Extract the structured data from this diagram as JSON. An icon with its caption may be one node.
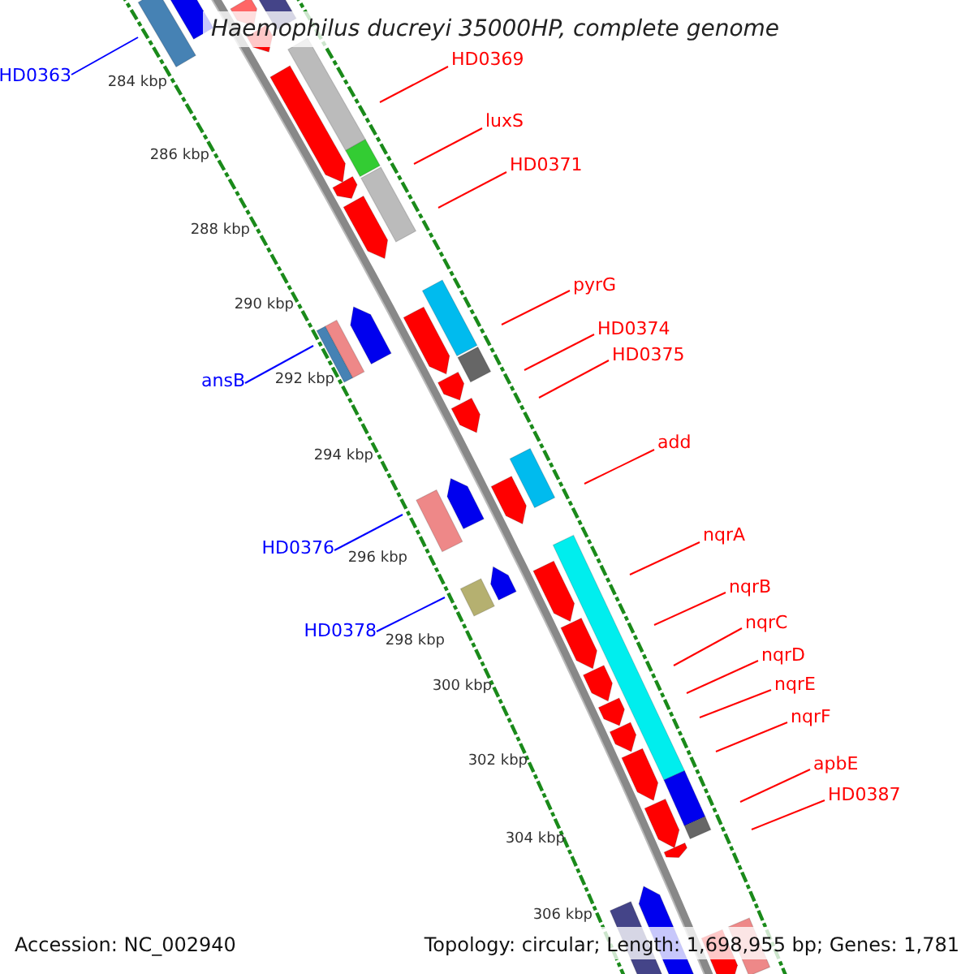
{
  "diagram": {
    "title": "Haemophilus ducreyi 35000HP, complete genome",
    "nodes": [
      {
        "text": [
          "HD0369"
        ]
      },
      {
        "text": [
          "HD0363"
        ]
      },
      {
        "text": [
          "luxS"
        ]
      },
      {
        "text": [
          "HD0371"
        ]
      },
      {
        "text": [
          "pyrG"
        ]
      },
      {
        "text": [
          "HD0374"
        ]
      },
      {
        "text": [
          "HD0375"
        ]
      },
      {
        "text": [
          "ansB"
        ]
      },
      {
        "text": [
          "add"
        ]
      },
      {
        "text": [
          "nqrA"
        ]
      },
      {
        "text": [
          "HD0376"
        ]
      },
      {
        "text": [
          "nqrB"
        ]
      },
      {
        "text": [
          "nqrC"
        ]
      },
      {
        "text": [
          "HD0378"
        ]
      },
      {
        "text": [
          "nqrD"
        ]
      },
      {
        "text": [
          "nqrE"
        ]
      },
      {
        "text": [
          "nqrF"
        ]
      },
      {
        "text": [
          "apbE"
        ]
      },
      {
        "text": [
          "HD0387"
        ]
      }
    ],
    "edges": [
      {
        "from": 0,
        "to": null,
        "arrow": "none"
      },
      {
        "from": 1,
        "to": null,
        "arrow": "none",
        "color": "#0000ff"
      },
      {
        "from": 2,
        "to": null,
        "arrow": "none"
      },
      {
        "from": 3,
        "to": null,
        "arrow": "none"
      },
      {
        "from": 4,
        "to": null,
        "arrow": "none"
      },
      {
        "from": 5,
        "to": null,
        "arrow": "none"
      },
      {
        "from": 6,
        "to": null,
        "arrow": "none"
      },
      {
        "from": 7,
        "to": null,
        "arrow": "none",
        "color": "#0000ff"
      },
      {
        "from": 8,
        "to": null,
        "arrow": "none"
      },
      {
        "from": 9,
        "to": null,
        "arrow": "none"
      },
      {
        "from": 10,
        "to": null,
        "arrow": "none",
        "color": "#0000ff"
      },
      {
        "from": 11,
        "to": null,
        "arrow": "none"
      },
      {
        "from": 12,
        "to": null,
        "arrow": "none"
      },
      {
        "from": 13,
        "to": null,
        "arrow": "none",
        "color": "#0000ff"
      },
      {
        "from": 14,
        "to": null,
        "arrow": "none"
      },
      {
        "from": 15,
        "to": null,
        "arrow": "none"
      },
      {
        "from": 16,
        "to": null,
        "arrow": "none"
      },
      {
        "from": 17,
        "to": null,
        "arrow": "none"
      },
      {
        "from": 18,
        "to": null,
        "arrow": "none"
      }
    ],
    "labels": [
      "284 kbp",
      "286 kbp",
      "288 kbp",
      "290 kbp",
      "292 kbp",
      "294 kbp",
      "296 kbp",
      "298 kbp",
      "300 kbp",
      "302 kbp",
      "304 kbp",
      "306 kbp",
      "Accession: NC_002940",
      "Topology: circular; Length: 1,698,955 bp; Genes: 1,781"
    ]
  }
}
